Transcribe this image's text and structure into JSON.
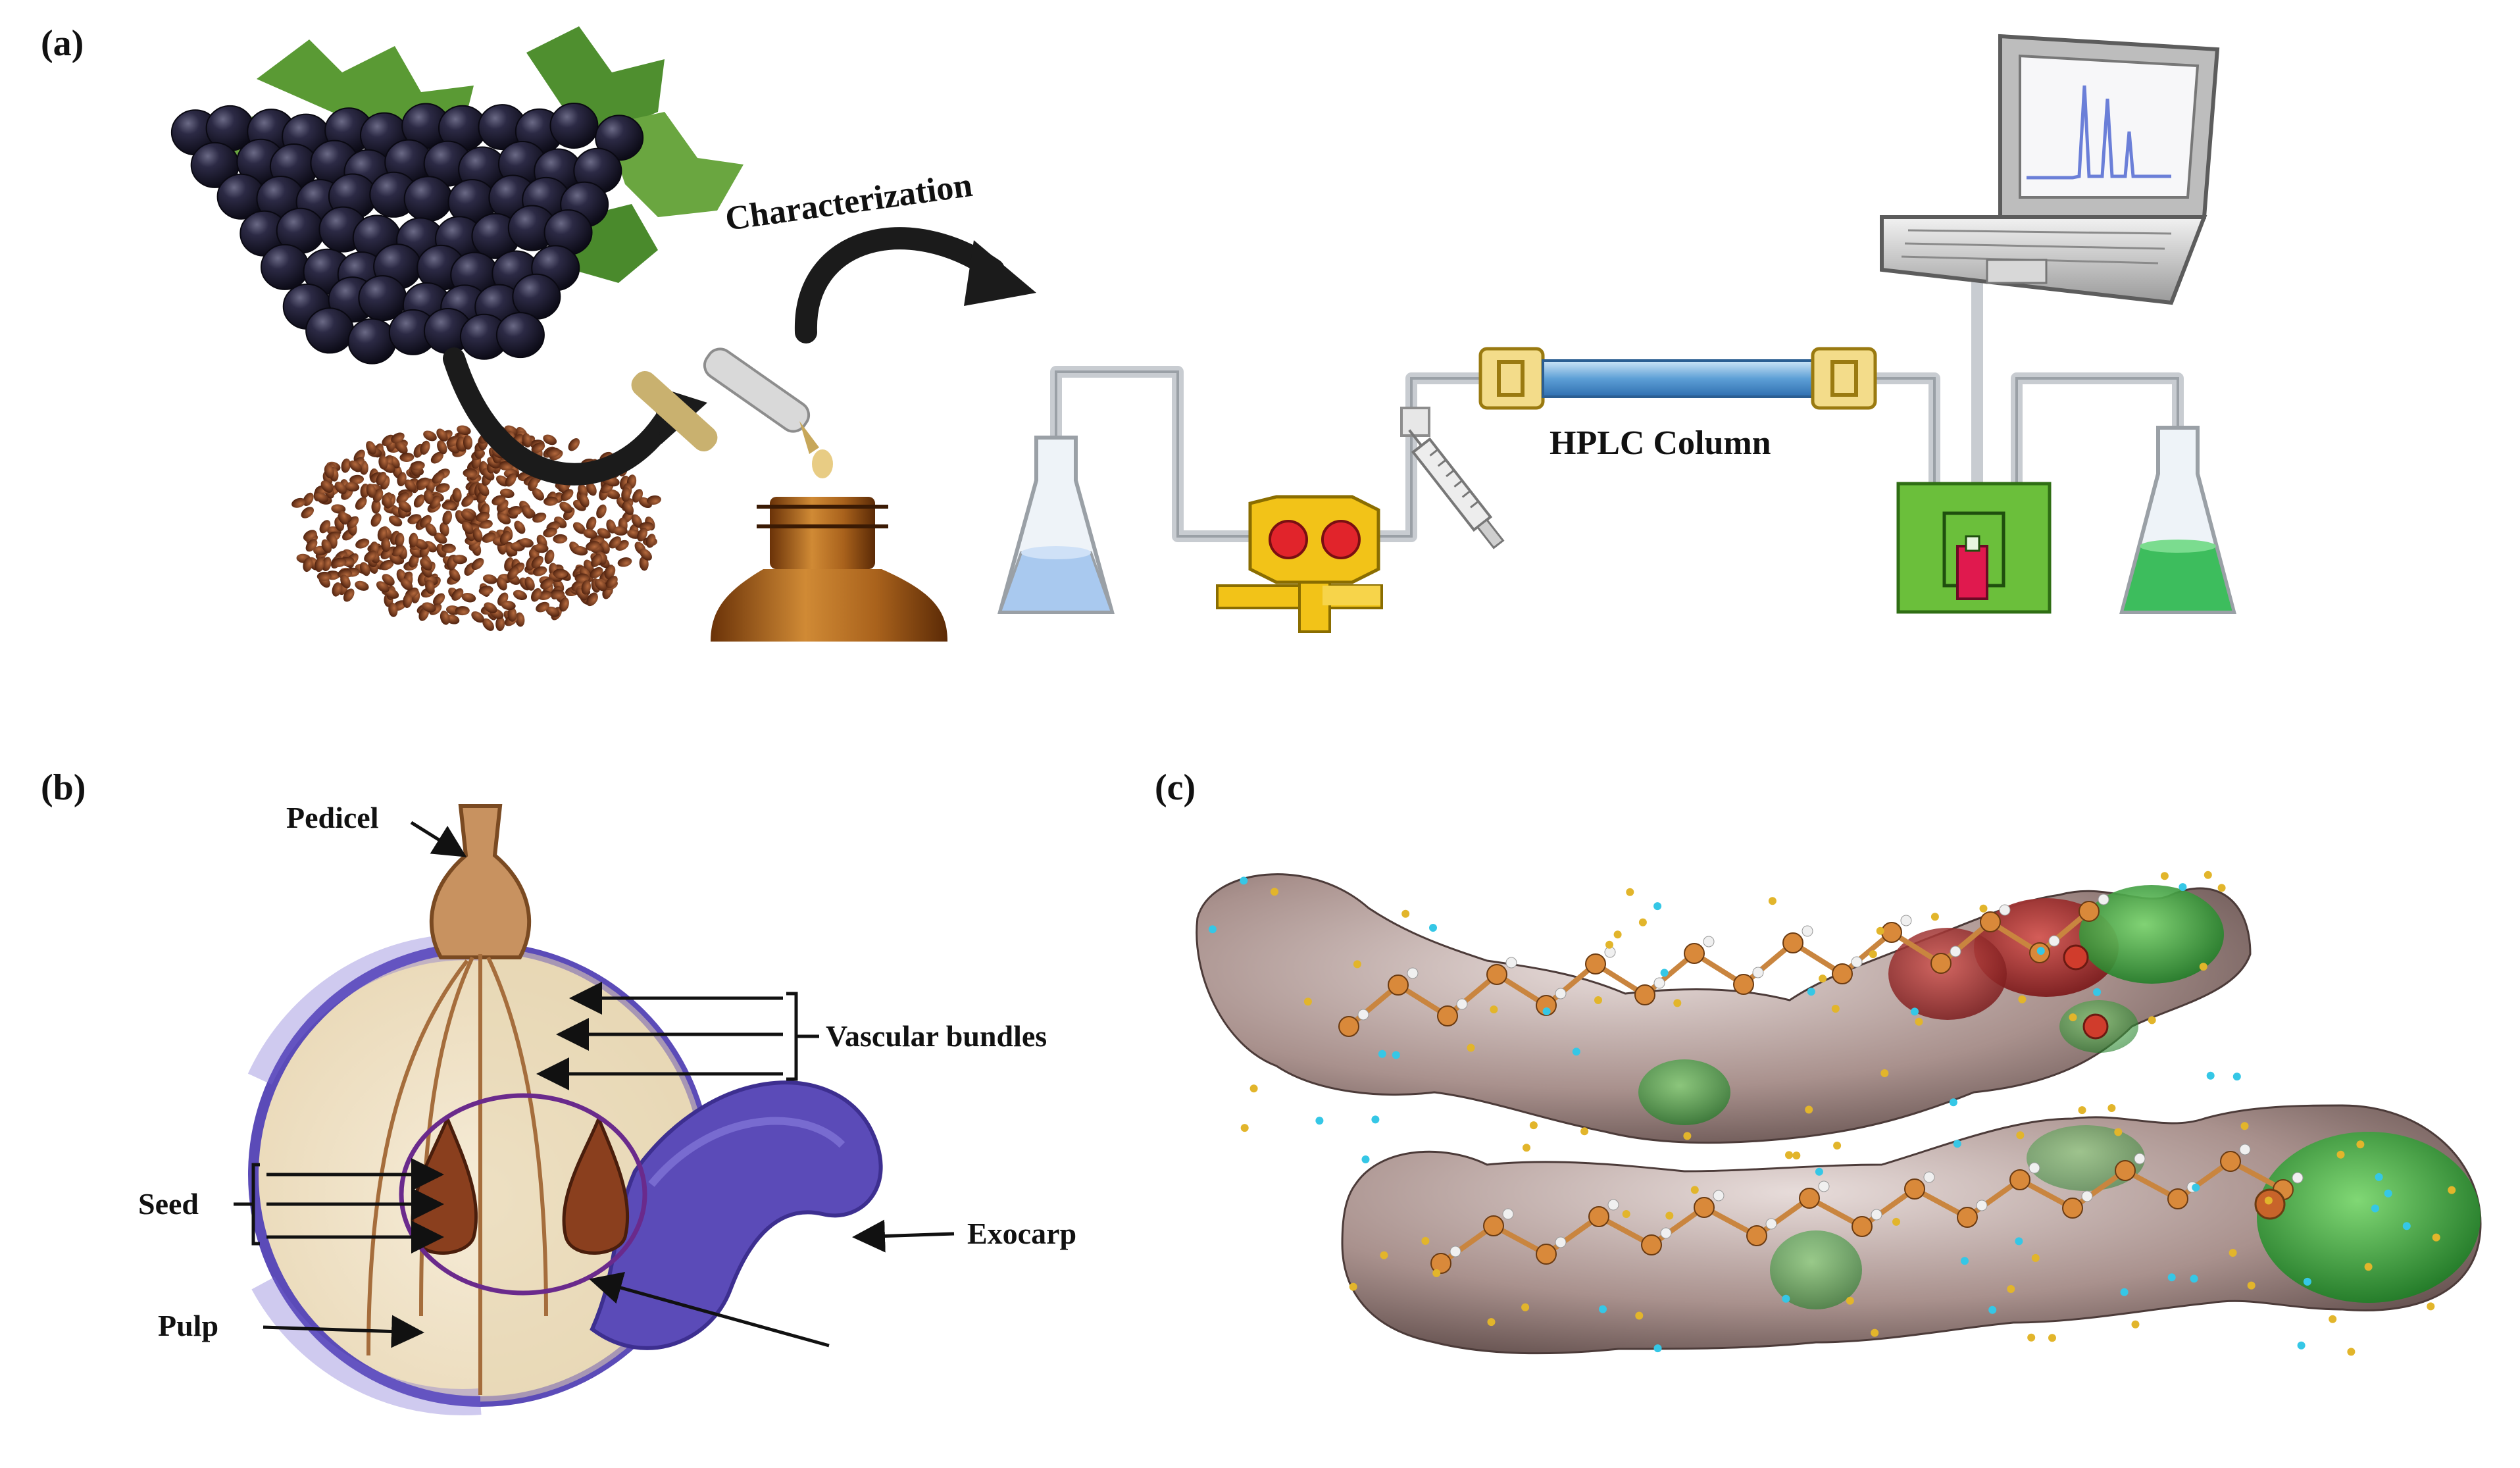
{
  "panels": {
    "a": {
      "letter": "(a)",
      "process_label": "Characterization",
      "column_label": "HPLC Column"
    },
    "b": {
      "letter": "(b)",
      "labels": {
        "pedicel": "Pedicel",
        "vascular": "Vascular bundles",
        "seed": "Seed",
        "exocarp": "Exocarp",
        "pulp": "Pulp"
      }
    },
    "c": {
      "letter": "(c)"
    }
  },
  "colors": {
    "grape": "#1f1d33",
    "leaf": "#4f8f2f",
    "seed_brown": "#7a3a1c",
    "oil_amber": "#a8621c",
    "tubing": "#c8ccd1",
    "column_blue": "#6aa9dc",
    "pump_yellow": "#f2c318",
    "pump_red": "#e1242b",
    "detector_green": "#6bbf3b",
    "solvent_blue": "#a9c9ef",
    "collected_green": "#3dbd5d",
    "exocarp_purple": "#5b4bb8",
    "esp_red": "#b2282a",
    "esp_green": "#2ea63a",
    "esp_neutral": "#b9a9a6"
  }
}
